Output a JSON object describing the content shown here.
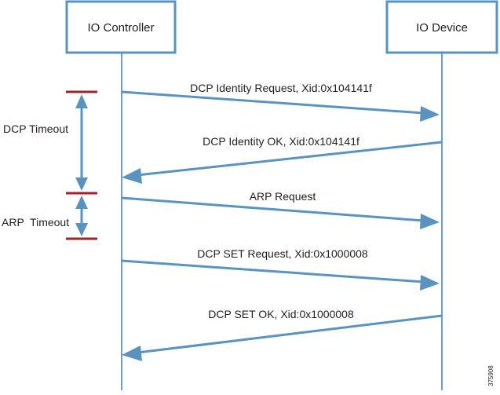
{
  "participants": [
    {
      "name": "IO Controller"
    },
    {
      "name": "IO Device"
    }
  ],
  "messages": [
    {
      "label": "DCP Identity Request, Xid:0x104141f",
      "from": "IO Controller",
      "to": "IO Device"
    },
    {
      "label": "DCP Identity OK, Xid:0x104141f",
      "from": "IO Device",
      "to": "IO Controller"
    },
    {
      "label": "ARP Request",
      "from": "IO Controller",
      "to": "IO Device"
    },
    {
      "label": "DCP SET Request, Xid:0x1000008",
      "from": "IO Controller",
      "to": "IO Device"
    },
    {
      "label": "DCP SET OK, Xid:0x1000008",
      "from": "IO Device",
      "to": "IO Controller"
    }
  ],
  "timeouts": [
    {
      "label": "DCP Timeout"
    },
    {
      "label": "ARP  Timeout"
    }
  ],
  "colors": {
    "arrow": "#5b93c0",
    "tick": "#a0222b",
    "box_border": "#5b93c0"
  },
  "figure_id": "375908"
}
